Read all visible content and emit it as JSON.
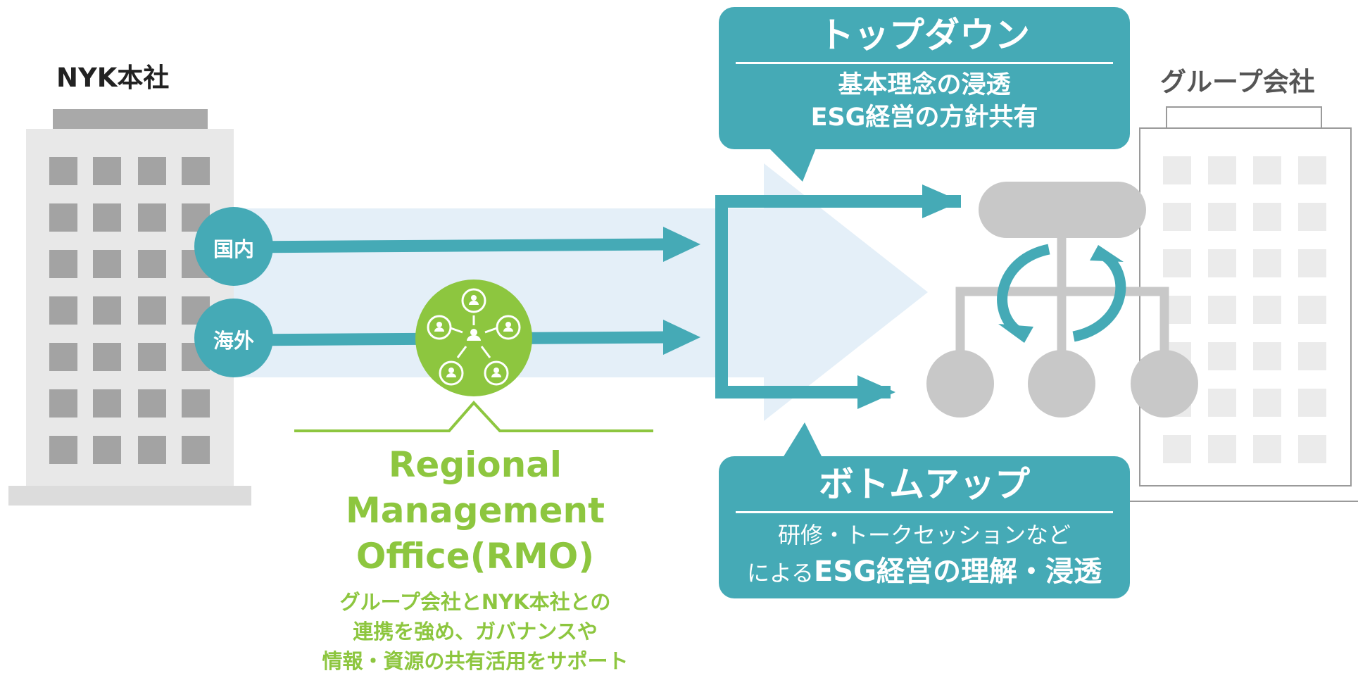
{
  "hq": {
    "label": "NYK本社"
  },
  "group": {
    "label": "グループ会社"
  },
  "channels": {
    "domestic": "国内",
    "overseas": "海外"
  },
  "top_down": {
    "title": "トップダウン",
    "line1": "基本理念の浸透",
    "line2": "ESG経営の方針共有"
  },
  "bottom_up": {
    "title": "ボトムアップ",
    "line1": "研修・トークセッションなど",
    "line2_prefix": "による",
    "line2_bold": "ESG経営の理解・浸透"
  },
  "rmo": {
    "title_line1": "Regional",
    "title_line2": "Management",
    "title_line3": "Office(RMO)",
    "desc_line1": "グループ会社とNYK本社との",
    "desc_line2": "連携を強め、ガバナンスや",
    "desc_line3": "情報・資源の共有活用をサポート"
  },
  "colors": {
    "teal": "#45aab6",
    "green": "#8dc63f",
    "light_blue": "#e4eff8",
    "gray": "#c8c8c8"
  }
}
